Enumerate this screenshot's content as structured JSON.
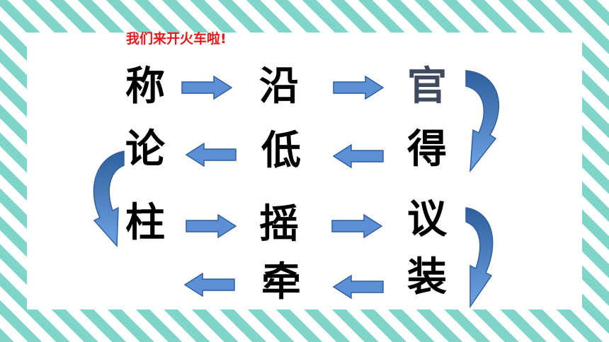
{
  "title": "我们来开火车啦!",
  "characters": [
    "称",
    "沿",
    "官",
    "得",
    "低",
    "论",
    "柱",
    "摇",
    "议",
    "装",
    "牵"
  ],
  "colors": {
    "title": "#e31b1b",
    "arrow_fill": "#5b8fd6",
    "arrow_stroke": "#2f5f9e",
    "stripe": "#7fd6c8"
  }
}
